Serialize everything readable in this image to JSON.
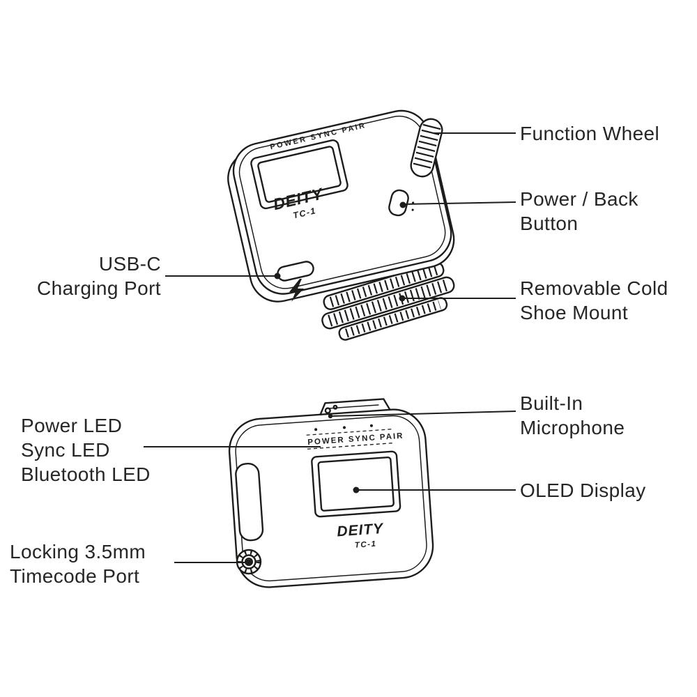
{
  "style": {
    "ink": "#1d1d1b",
    "background": "#ffffff"
  },
  "device": {
    "brand": "DEITY",
    "model": "TC-1",
    "panel_labels": "POWER SYNC PAIR"
  },
  "callouts": {
    "function_wheel": {
      "lines": [
        "Function Wheel"
      ]
    },
    "power_back_button": {
      "lines": [
        "Power / Back",
        "Button"
      ]
    },
    "usb_c_port": {
      "lines": [
        "USB-C",
        "Charging Port"
      ]
    },
    "cold_shoe_mount": {
      "lines": [
        "Removable Cold",
        "Shoe Mount"
      ]
    },
    "built_in_microphone": {
      "lines": [
        "Built-In",
        "Microphone"
      ]
    },
    "status_leds": {
      "lines": [
        "Power LED",
        "Sync LED",
        "Bluetooth LED"
      ]
    },
    "oled_display": {
      "lines": [
        "OLED Display"
      ]
    },
    "timecode_port": {
      "lines": [
        "Locking 3.5mm",
        "Timecode Port"
      ]
    }
  }
}
